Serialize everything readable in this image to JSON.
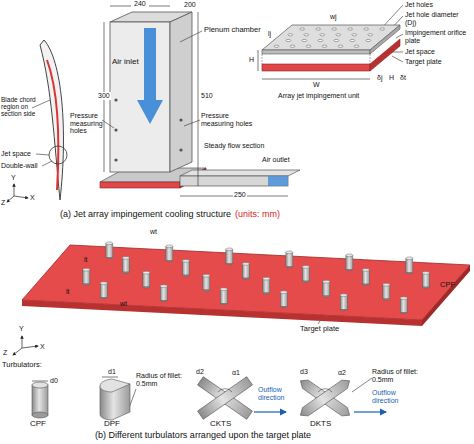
{
  "diagram": {
    "labels": [
      "Air inlet",
      "240",
      "200",
      "Plenum chamber",
      "300",
      "510",
      "Pressure measuring holes",
      "Blade chord region on section side",
      "Jet space",
      "Double-wall",
      "Pressure measuring holes",
      "Steady flow section",
      "Air outlet",
      "250",
      "Jet holes",
      "Jet hole diameter (Dj)",
      "Impingement orifice plate",
      "Jet space",
      "Target plate",
      "δj",
      "H",
      "δt",
      "wj",
      "lj",
      "H",
      "W",
      "Array jet impingement unit",
      "Y",
      "Z",
      "X",
      "(a) Jet array impingement cooling structure",
      "(units: mm)",
      "wt",
      "lt",
      "lt",
      "wt",
      "CPF",
      "Target plate",
      "Y",
      "Z",
      "X",
      "Turbulators:",
      "d0",
      "d1",
      "Radius of fillet: 0.5mm",
      "d2",
      "α1",
      "Outflow direction",
      "d3",
      "α2",
      "Radius of fillet: 0.5mm",
      "Outflow direction",
      "CPF",
      "DPF",
      "CKTS",
      "DKTS",
      "(b) Different turbulators arranged upon the target plate"
    ]
  }
}
